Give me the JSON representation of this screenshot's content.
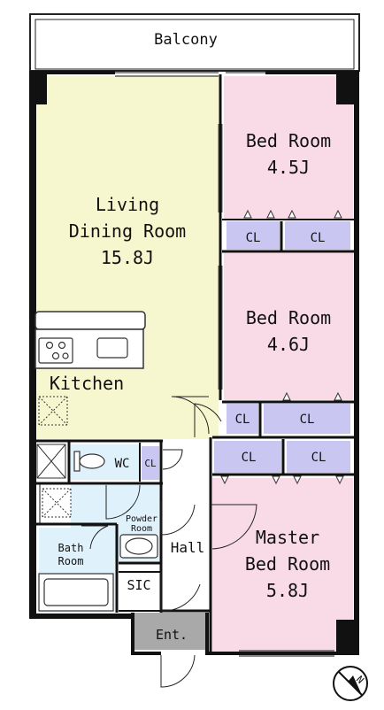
{
  "colors": {
    "living": "#f7f7cf",
    "bedroom": "#f9dbe8",
    "closet": "#c9c7f2",
    "wet": "#dff1fb",
    "entrance": "#a9a9a9",
    "wall": "#111111",
    "white": "#ffffff"
  },
  "labels": {
    "balcony": "Balcony",
    "living_line1": "Living",
    "living_line2": "Dining Room",
    "living_size": "15.8J",
    "kitchen": "Kitchen",
    "bed1": "Bed Room",
    "bed1_size": "4.5J",
    "bed2": "Bed Room",
    "bed2_size": "4.6J",
    "master_line1": "Master",
    "master_line2": "Bed Room",
    "master_size": "5.8J",
    "cl": "CL",
    "wc": "WC",
    "powder_line1": "Powder",
    "powder_line2": "Room",
    "bath_line1": "Bath",
    "bath_line2": "Room",
    "hall": "Hall",
    "sic": "SIC",
    "ent": "Ent.",
    "north": "N"
  },
  "icons": {
    "compass": "north-arrow-icon",
    "stove": "stove-icon",
    "sink": "sink-icon",
    "toilet": "toilet-icon",
    "bathtub": "bathtub-icon",
    "washbasin": "washbasin-icon",
    "washer": "washing-machine-pan-icon",
    "fridge": "refrigerator-space-icon"
  }
}
